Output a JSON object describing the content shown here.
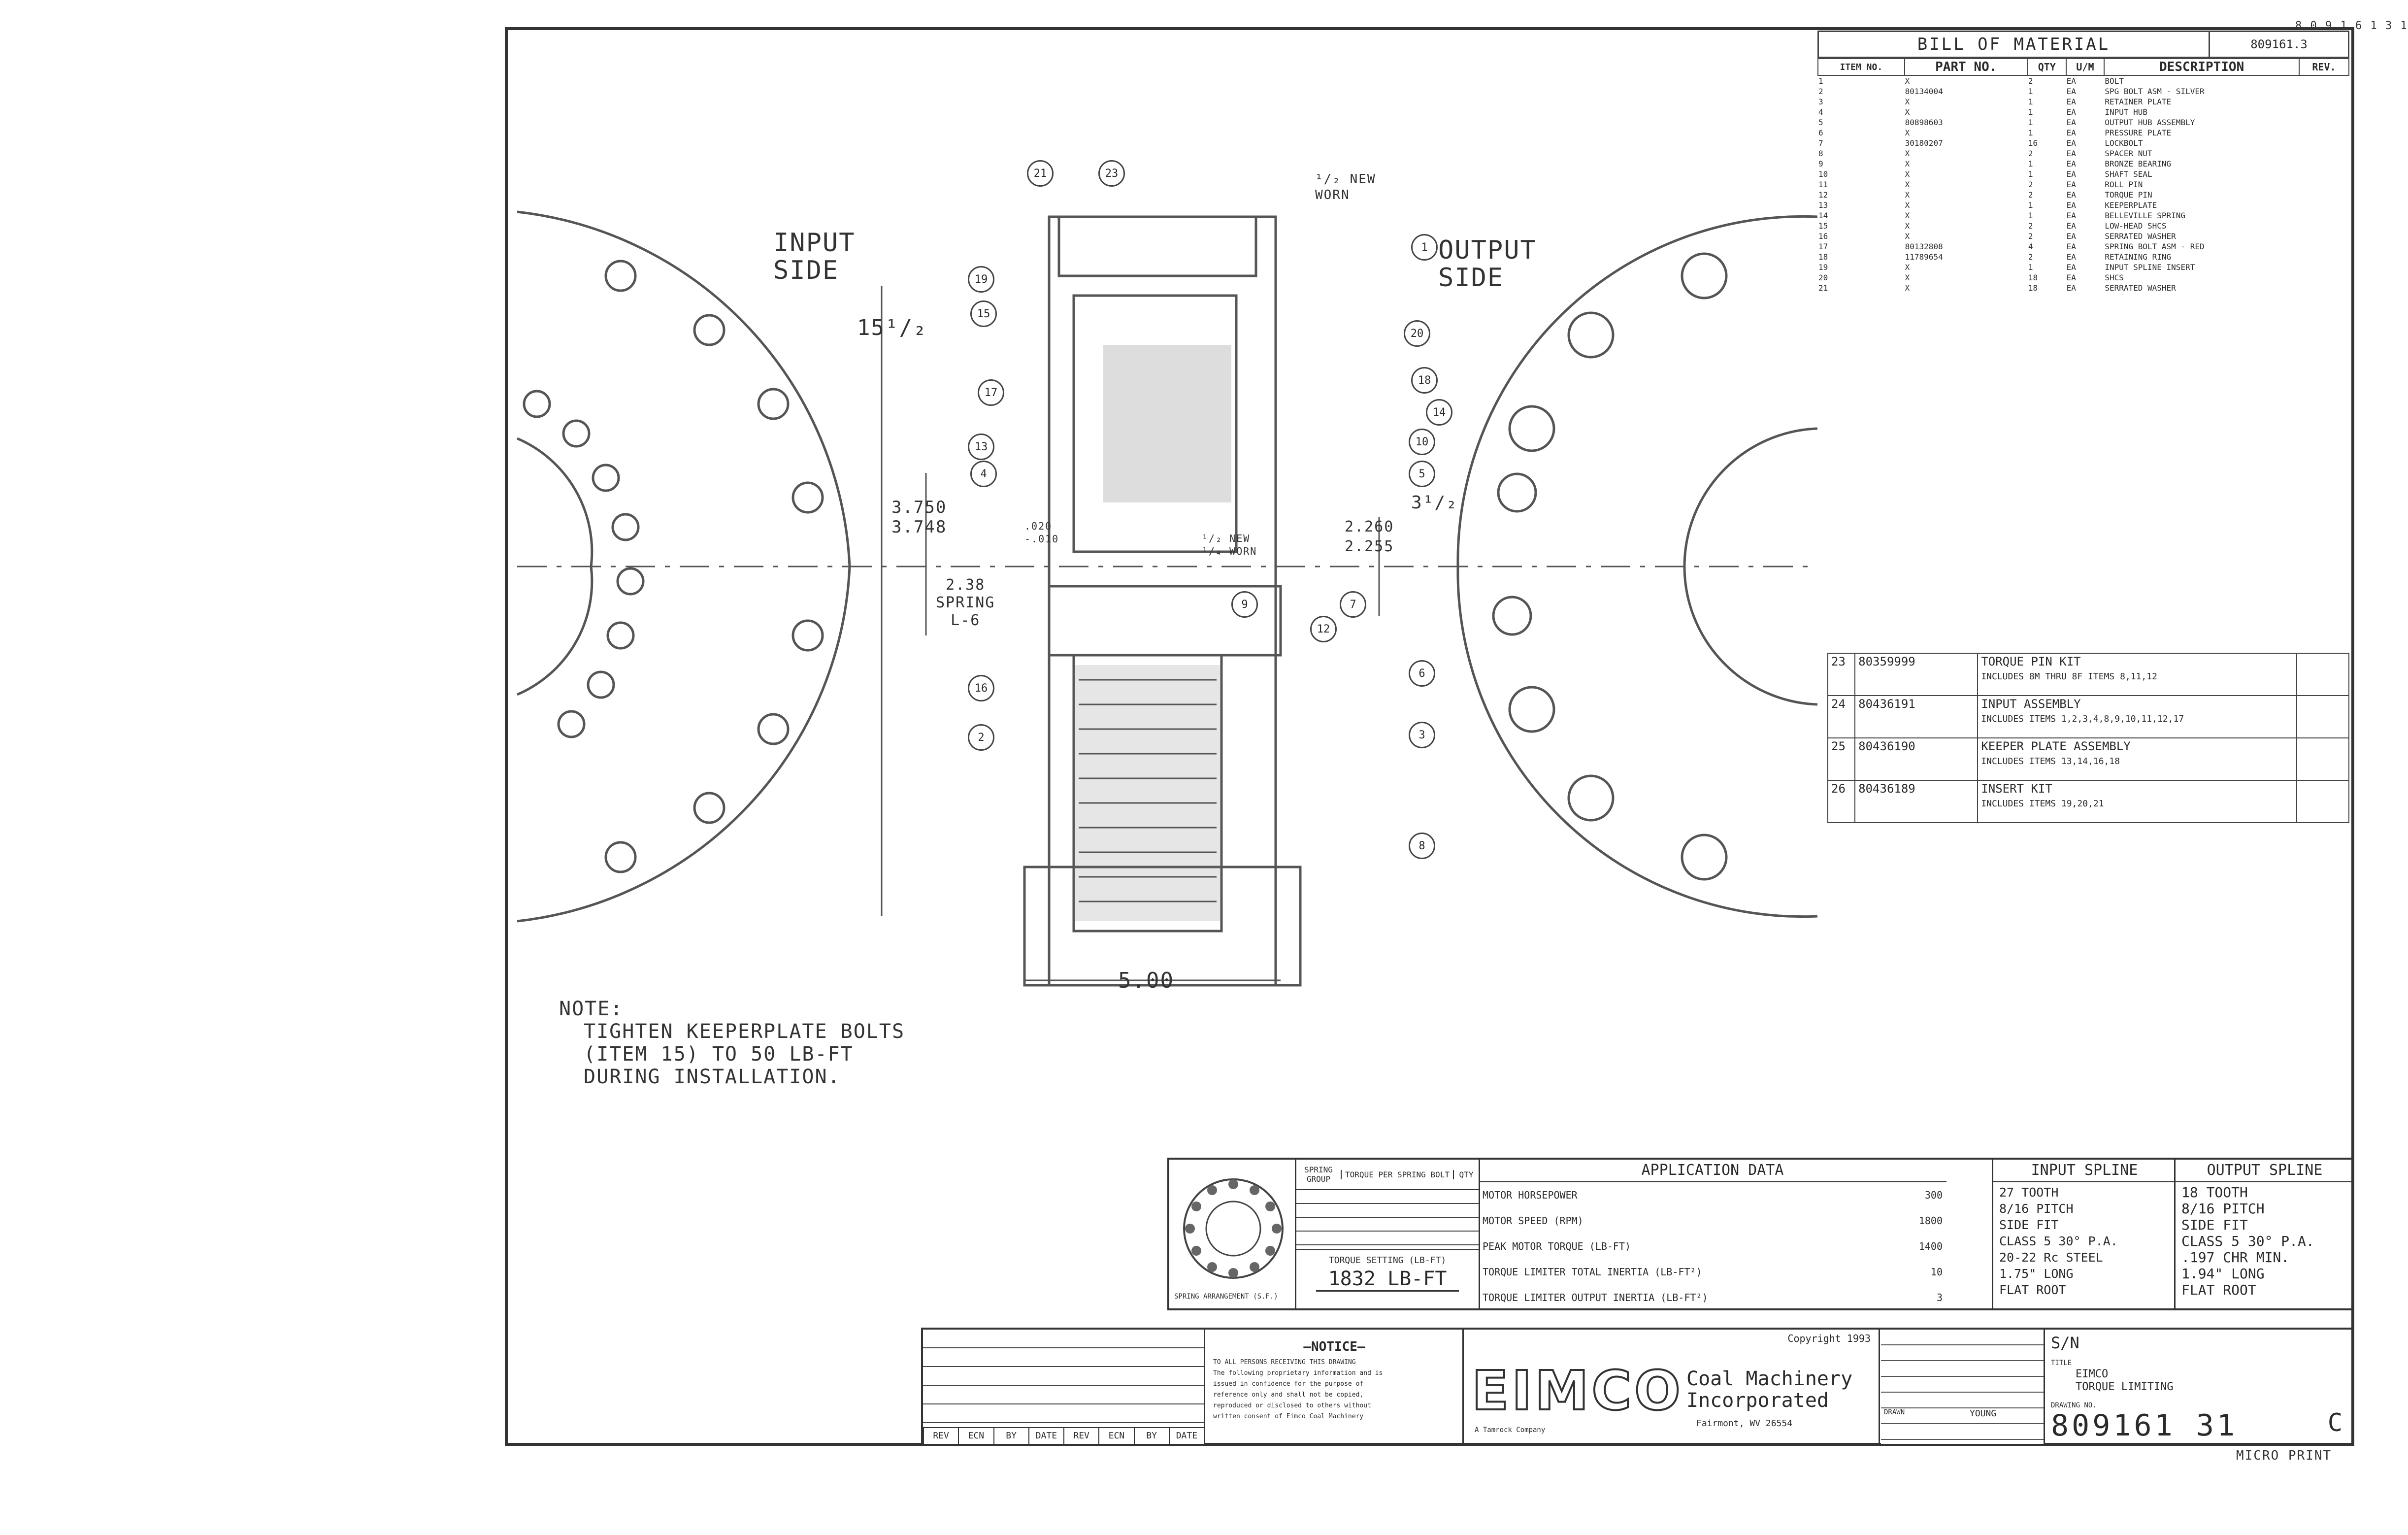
{
  "sheet_corner": "8 0 9 1 6 1 3 1",
  "labels": {
    "input_side": [
      "INPUT",
      "SIDE"
    ],
    "output_side": [
      "OUTPUT",
      "SIDE"
    ],
    "dim_width": "5.00",
    "dim_height": "15¹/₂",
    "dim_left": [
      "3.750",
      "3.748"
    ],
    "dim_right": [
      "2.260",
      "2.255"
    ],
    "dim_3_1_2": "3¹/₂",
    "spring": [
      "2.38",
      "SPRING",
      "L-6"
    ],
    "dim_top": [
      "¹/₂ NEW",
      "WORN"
    ],
    "dim_mid": [
      "¹/₂ NEW",
      "¹/₄ WORN"
    ],
    "dim_small": [
      ".020",
      "-.010"
    ]
  },
  "balloons": [
    "21",
    "23",
    "1",
    "19",
    "15",
    "20",
    "17",
    "18",
    "14",
    "10",
    "5",
    "13",
    "4",
    "6",
    "16",
    "12",
    "3",
    "2",
    "8",
    "7",
    "9"
  ],
  "note": [
    "NOTE:",
    "TIGHTEN KEEPERPLATE BOLTS",
    "(ITEM 15) TO 50 LB-FT",
    "DURING INSTALLATION."
  ],
  "bom": {
    "title": "BILL OF MATERIAL",
    "sheet_no": "809161.3",
    "headers": [
      "ITEM NO.",
      "PART NO.",
      "QTY",
      "U/M",
      "DESCRIPTION",
      "REV."
    ],
    "rows": [
      [
        "1",
        "X",
        "2",
        "EA",
        "BOLT"
      ],
      [
        "2",
        "80134004",
        "1",
        "EA",
        "SPG BOLT ASM - SILVER"
      ],
      [
        "3",
        "X",
        "1",
        "EA",
        "RETAINER PLATE"
      ],
      [
        "4",
        "X",
        "1",
        "EA",
        "INPUT HUB"
      ],
      [
        "5",
        "80898603",
        "1",
        "EA",
        "OUTPUT HUB ASSEMBLY"
      ],
      [
        "6",
        "X",
        "1",
        "EA",
        "PRESSURE PLATE"
      ],
      [
        "7",
        "30180207",
        "16",
        "EA",
        "LOCKBOLT"
      ],
      [
        "8",
        "X",
        "2",
        "EA",
        "SPACER NUT"
      ],
      [
        "9",
        "X",
        "1",
        "EA",
        "BRONZE BEARING"
      ],
      [
        "10",
        "X",
        "1",
        "EA",
        "SHAFT SEAL"
      ],
      [
        "11",
        "X",
        "2",
        "EA",
        "ROLL PIN"
      ],
      [
        "12",
        "X",
        "2",
        "EA",
        "TORQUE PIN"
      ],
      [
        "13",
        "X",
        "1",
        "EA",
        "KEEPERPLATE"
      ],
      [
        "14",
        "X",
        "1",
        "EA",
        "BELLEVILLE SPRING"
      ],
      [
        "15",
        "X",
        "2",
        "EA",
        "LOW-HEAD SHCS"
      ],
      [
        "16",
        "X",
        "2",
        "EA",
        "SERRATED WASHER"
      ],
      [
        "17",
        "80132808",
        "4",
        "EA",
        "SPRING BOLT ASM - RED"
      ],
      [
        "18",
        "11789654",
        "2",
        "EA",
        "RETAINING RING"
      ],
      [
        "19",
        "X",
        "1",
        "EA",
        "INPUT SPLINE INSERT"
      ],
      [
        "20",
        "X",
        "18",
        "EA",
        "SHCS"
      ],
      [
        "21",
        "X",
        "18",
        "EA",
        "SERRATED WASHER"
      ]
    ]
  },
  "kits": [
    [
      "23",
      "80359999",
      "TORQUE PIN KIT",
      "INCLUDES 8M THRU 8F ITEMS 8,11,12"
    ],
    [
      "24",
      "80436191",
      "INPUT ASSEMBLY",
      "INCLUDES ITEMS 1,2,3,4,8,9,10,11,12,17"
    ],
    [
      "25",
      "80436190",
      "KEEPER PLATE ASSEMBLY",
      "INCLUDES ITEMS 13,14,16,18"
    ],
    [
      "26",
      "80436189",
      "INSERT KIT",
      "INCLUDES ITEMS 19,20,21"
    ]
  ],
  "spring_table": {
    "headers": [
      "SPRING GROUP",
      "TORQUE PER SPRING BOLT",
      "QTY"
    ],
    "setting_label": "TORQUE SETTING (LB-FT)",
    "setting_value": "1832 LB-FT",
    "group_caption": "SPRING ARRANGEMENT (S.F.)"
  },
  "application": {
    "title": "APPLICATION DATA",
    "rows": [
      [
        "MOTOR HORSEPOWER",
        "300"
      ],
      [
        "MOTOR SPEED (RPM)",
        "1800"
      ],
      [
        "PEAK MOTOR TORQUE (LB-FT)",
        "1400"
      ],
      [
        "TORQUE LIMITER TOTAL INERTIA (LB-FT²)",
        "10"
      ],
      [
        "TORQUE LIMITER OUTPUT INERTIA (LB-FT²)",
        "3"
      ]
    ],
    "input_spline": {
      "title": "INPUT SPLINE",
      "lines": [
        "27 TOOTH",
        "8/16 PITCH",
        "SIDE FIT",
        "CLASS 5 30° P.A.",
        "20-22 Rc STEEL",
        "1.75\" LONG",
        "FLAT ROOT"
      ]
    },
    "output_spline": {
      "title": "OUTPUT SPLINE",
      "lines": [
        "18 TOOTH",
        "8/16 PITCH",
        "SIDE FIT",
        "CLASS 5 30° P.A.",
        ".197 CHR MIN.",
        "1.94\" LONG",
        "FLAT ROOT"
      ]
    }
  },
  "title_block": {
    "notice_heading": "—NOTICE—",
    "notice_text": [
      "TO ALL PERSONS RECEIVING THIS DRAWING",
      "The following proprietary information and is",
      "issued in confidence for the purpose of",
      "reference only and shall not be copied,",
      "reproduced or disclosed to others without",
      "written consent of Eimco Coal Machinery"
    ],
    "logo": "EIMCO",
    "company": [
      "Coal Machinery",
      "Incorporated"
    ],
    "tagline": "A Tamrock Company",
    "city": "Fairmont, WV 26554",
    "copyright": "Copyright 1993",
    "rev_headers": [
      "REV",
      "ECN",
      "BY",
      "DATE",
      "REV",
      "ECN",
      "BY",
      "DATE"
    ],
    "drawn_label": "DRAWN",
    "drawn_by": "YOUNG",
    "size_label": "S/N",
    "title_label": "TITLE",
    "title": [
      "EIMCO",
      "TORQUE LIMITING"
    ],
    "dwg_no_label": "DRAWING NO.",
    "dwg_no": "809161 31",
    "rev_letter": "C",
    "footer": "MICRO PRINT"
  }
}
